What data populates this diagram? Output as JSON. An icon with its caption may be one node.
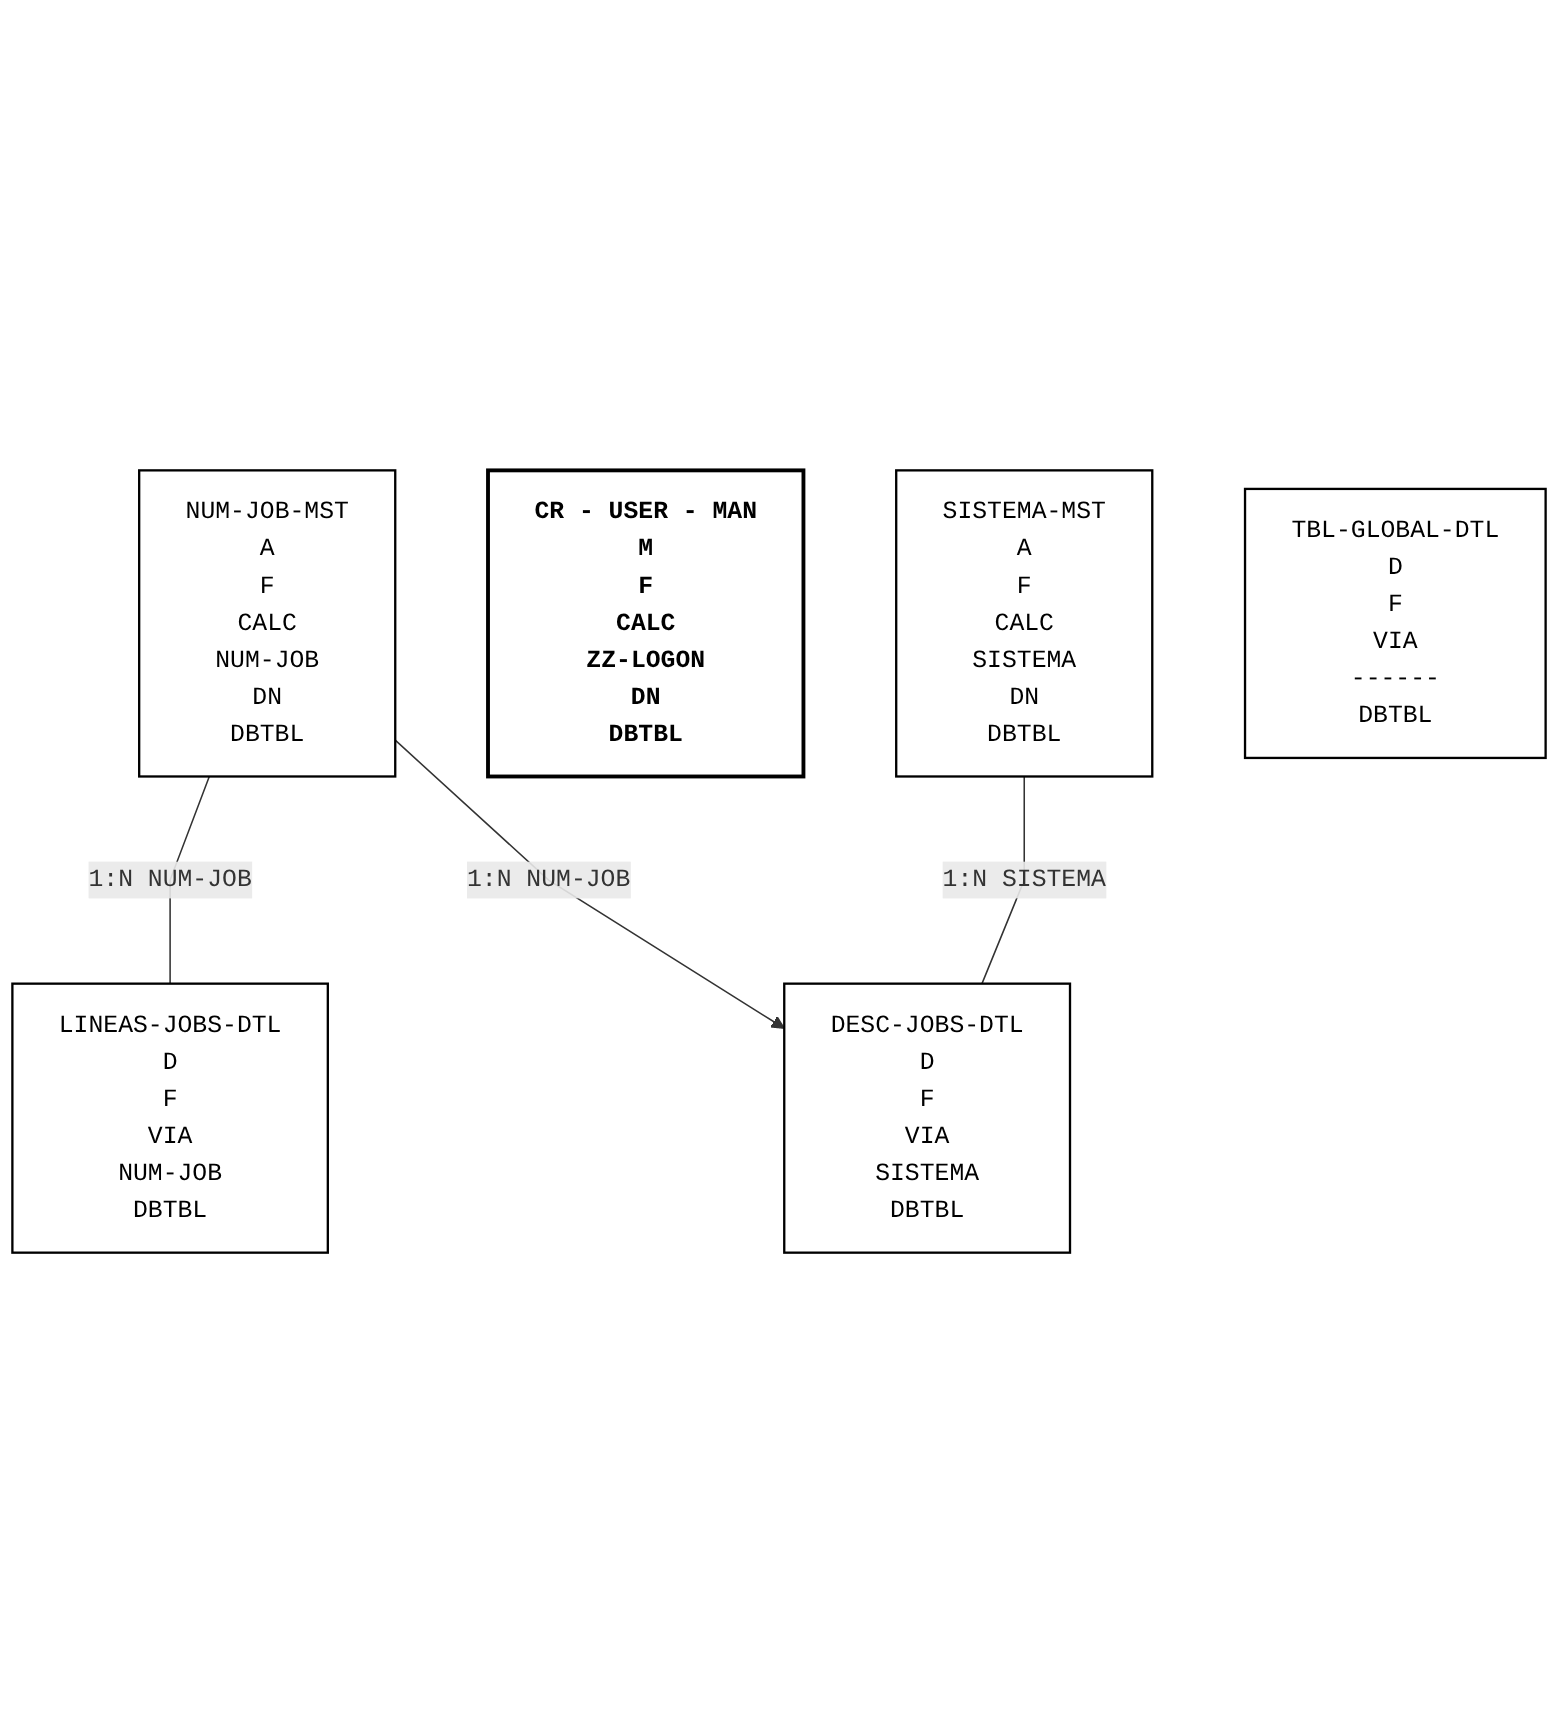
{
  "diagram": {
    "nodes": [
      {
        "text": [
          "NUM-JOB-MST",
          "A",
          "F",
          "CALC",
          "NUM-JOB",
          "DN",
          "DBTBL"
        ]
      },
      {
        "text": [
          "CR - USER - MAN",
          "M",
          "F",
          "CALC",
          "ZZ-LOGON",
          "DN",
          "DBTBL"
        ]
      },
      {
        "text": [
          "SISTEMA-MST",
          "A",
          "F",
          "CALC",
          "SISTEMA",
          "DN",
          "DBTBL"
        ]
      },
      {
        "text": [
          "LINEAS-JOBS-DTL",
          "D",
          "F",
          "VIA",
          "NUM-JOB",
          "DBTBL"
        ]
      },
      {
        "text": [
          "DESC-JOBS-DTL",
          "D",
          "F",
          "VIA",
          "SISTEMA",
          "DBTBL"
        ]
      },
      {
        "text": [
          "TBL-GLOBAL-DTL",
          "D",
          "F",
          "VIA",
          "------",
          "DBTBL"
        ]
      }
    ],
    "edges": [
      {
        "from": 0,
        "to": 3,
        "arrow": "none",
        "label": "1:N NUM-JOB"
      },
      {
        "from": 0,
        "to": 4,
        "arrow": "to",
        "label": "1:N NUM-JOB"
      },
      {
        "from": 2,
        "to": 4,
        "arrow": "none",
        "label": "1:N SISTEMA"
      }
    ]
  }
}
